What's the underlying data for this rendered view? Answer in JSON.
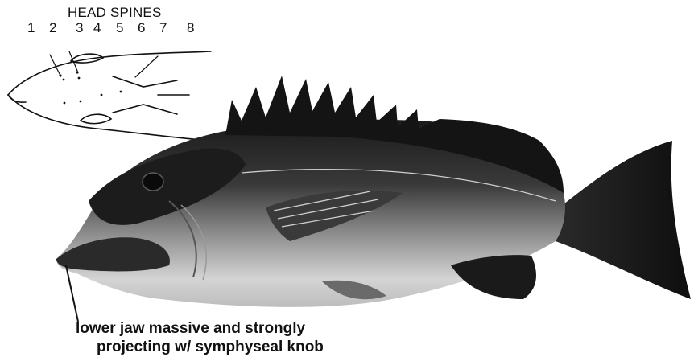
{
  "head_diagram": {
    "title": "HEAD SPINES",
    "spine_numbers": [
      "1",
      "2",
      "3",
      "4",
      "5",
      "6",
      "7",
      "8"
    ]
  },
  "caption": {
    "line1": "lower jaw massive and strongly",
    "line2": "projecting w/ symphyseal knob"
  },
  "colors": {
    "ink": "#111111",
    "fish_dark": "#1a1a1a",
    "fish_mid": "#7a7a7a",
    "fish_light": "#d8d8d8"
  }
}
